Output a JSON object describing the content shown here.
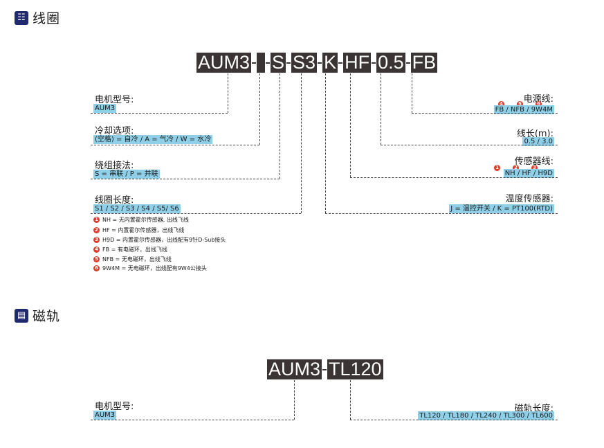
{
  "sections": {
    "coil": {
      "title": "线圈",
      "icon": "coil-icon"
    },
    "rail": {
      "title": "磁轨",
      "icon": "rail-icon"
    }
  },
  "coil_code": [
    "AUM3",
    "",
    "S",
    "S3",
    "K",
    "HF",
    "0.5",
    "FB"
  ],
  "coil_fields": {
    "model": {
      "label": "电机型号:",
      "value": "AUM3"
    },
    "cooling": {
      "label": "冷却选项:",
      "value": "(空格) = 自冷 / A = 气冷 / W = 水冷"
    },
    "winding": {
      "label": "绕组接法:",
      "value": "S = 串联 / P = 并联"
    },
    "coil_length": {
      "label": "线圈长度:",
      "value": "S1 / S2 / S3 / S4 / S5/ S6"
    },
    "power_line": {
      "label": "电源线:",
      "value": "FB / NFB / 9W4M"
    },
    "line_length": {
      "label": "线长(m):",
      "value": "0.5 / 3.0"
    },
    "sensor_line": {
      "label": "传感器线:",
      "value": "NH / HF / H9D"
    },
    "temp_sensor": {
      "label": "温度传感器:",
      "value": "J = 温控开关 / K = PT100(RTD)"
    }
  },
  "notes": [
    {
      "num": "1",
      "text": "NH = 无内置霍尔传感器, 出线飞线"
    },
    {
      "num": "2",
      "text": "HF = 内置霍尔传感器，出线飞线"
    },
    {
      "num": "3",
      "text": "H9D = 内置霍尔传感器，出线配有9针D-Sub接头"
    },
    {
      "num": "4",
      "text": "FB = 有电磁环，出线飞线"
    },
    {
      "num": "5",
      "text": "NFB = 无电磁环，出线飞线"
    },
    {
      "num": "6",
      "text": "9W4M = 无电磁环，出线配有9W4公接头"
    }
  ],
  "power_markers": [
    "4",
    "5",
    "6"
  ],
  "sensor_markers": [
    "1",
    "2",
    "3"
  ],
  "rail_code": [
    "AUM3",
    "TL120"
  ],
  "rail_fields": {
    "model": {
      "label": "电机型号:",
      "value": "AUM3"
    },
    "rail_length": {
      "label": "磁轨长度:",
      "value": "TL120 / TL180 / TL240 / TL300 / TL600"
    }
  }
}
